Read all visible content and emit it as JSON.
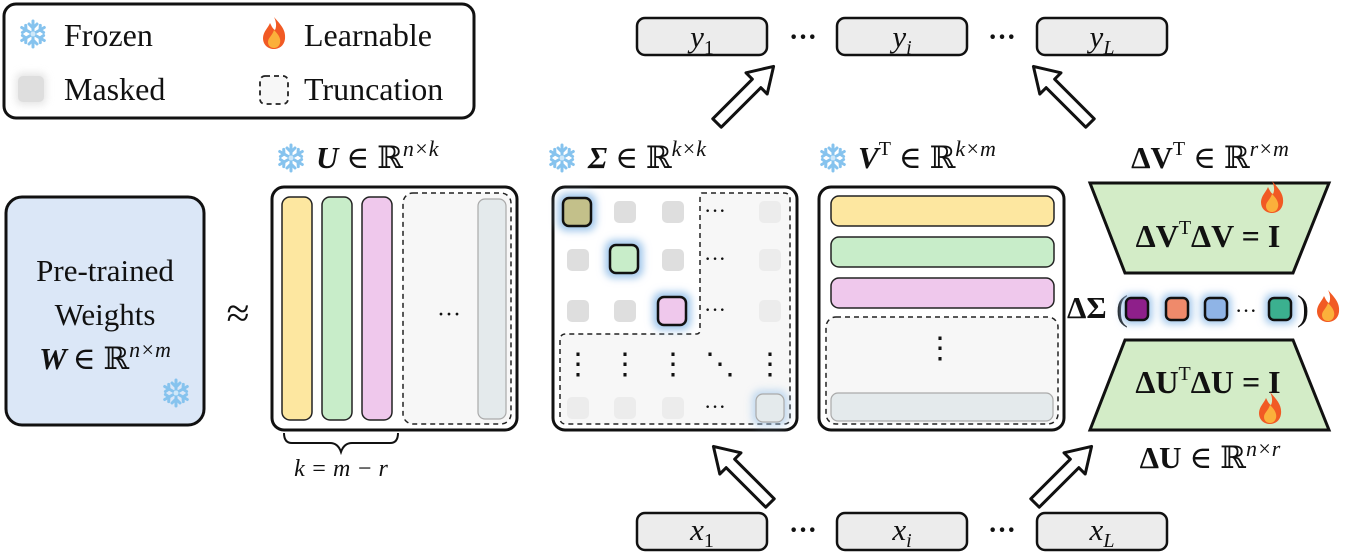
{
  "legend": {
    "frozen": "Frozen",
    "learnable": "Learnable",
    "masked": "Masked",
    "truncation": "Truncation"
  },
  "weights": {
    "line1": "Pre-trained",
    "line2": "Weights",
    "eq_var": "W",
    "eq_rel": "∈ ℝ",
    "eq_sup": "n×m"
  },
  "approx": "≈",
  "u_matrix": {
    "var": "U",
    "rel": "∈ ℝ",
    "sup": "n×k",
    "brace_label": "k = m − r"
  },
  "sigma_matrix": {
    "var": "Σ",
    "rel": "∈ ℝ",
    "sup": "k×k"
  },
  "v_matrix": {
    "var": "V",
    "transpose": "T",
    "rel": "∈ ℝ",
    "sup": "k×m"
  },
  "delta_v": {
    "label_var": "ΔV",
    "label_t": "T",
    "label_rel": "∈ ℝ",
    "label_sup": "r×m",
    "constraint_a": "ΔV",
    "constraint_t": "T",
    "constraint_b": "ΔV = I"
  },
  "delta_sigma": {
    "label": "ΔΣ",
    "open": "(",
    "close": ")",
    "ellipsis": "···"
  },
  "delta_u": {
    "label_var": "ΔU",
    "label_rel": "∈ ℝ",
    "label_sup": "n×r",
    "constraint_a": "ΔU",
    "constraint_t": "T",
    "constraint_b": "ΔU = I"
  },
  "outputs": {
    "tokens": [
      "y",
      "y",
      "y"
    ],
    "subs": [
      "1",
      "i",
      "L"
    ],
    "ellipsis": "···"
  },
  "inputs": {
    "tokens": [
      "x",
      "x",
      "x"
    ],
    "subs": [
      "1",
      "i",
      "L"
    ],
    "ellipsis": "···"
  },
  "dots": {
    "h": "···",
    "v": "⋮",
    "d": "⋱"
  },
  "colors": {
    "yellow": "#fde7a0",
    "green": "#c8edc9",
    "pink": "#efc8ec",
    "olive": "#c3c08a",
    "masked": "#dedede",
    "weights_bg": "#dbe7f7",
    "learnable_bg": "#d3ecc7",
    "token_bg": "#ececec",
    "sigma_purple": "#8e1f8a",
    "sigma_orange": "#ef8a6b",
    "sigma_blue": "#8fb4e6",
    "sigma_teal": "#3bb08f",
    "glow": "#9ec5ea"
  },
  "icons": {
    "frozen": "snowflake-icon",
    "learnable": "fire-icon",
    "masked": "masked-square-icon",
    "truncation": "dashed-square-icon"
  }
}
